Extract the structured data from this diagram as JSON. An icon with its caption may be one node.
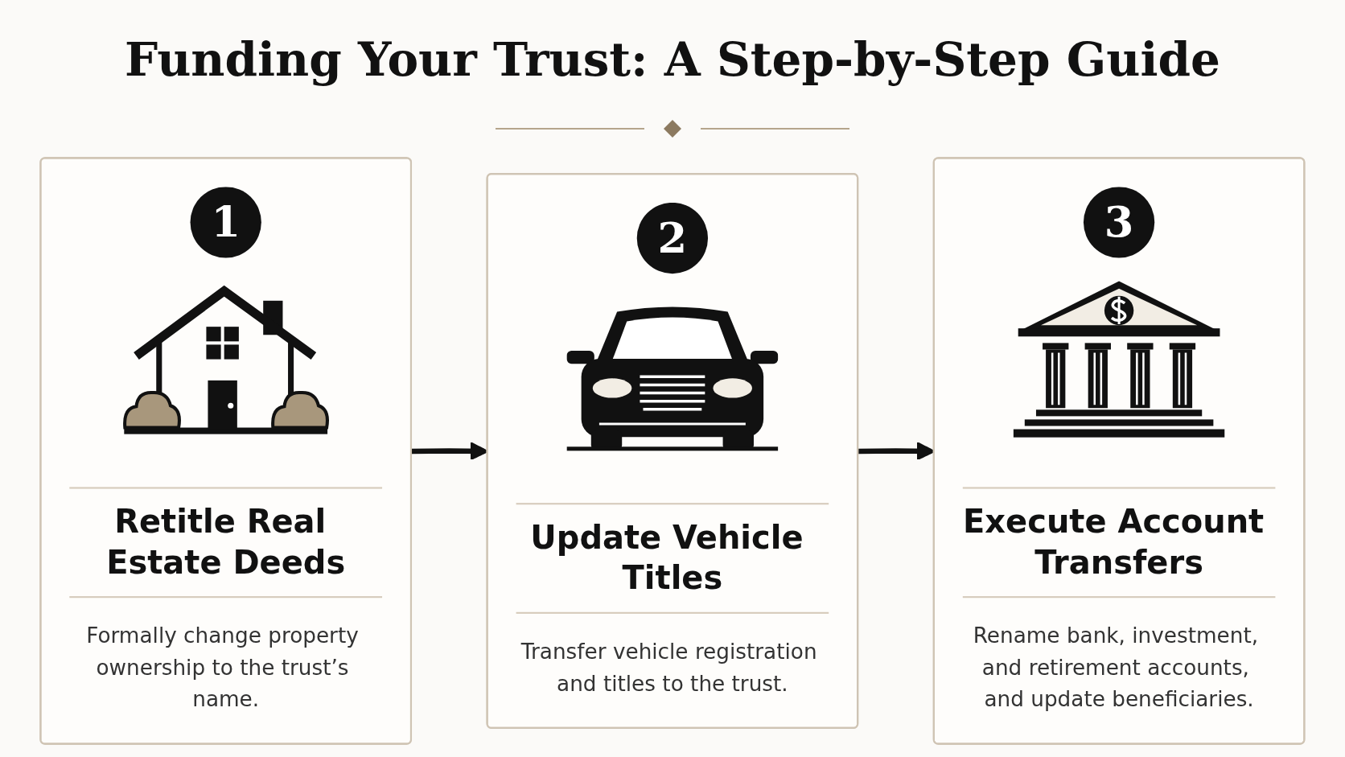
{
  "diagram": {
    "title": "Funding Your Trust: A Step-by-Step Guide",
    "nodes": [
      {
        "text": [
          "1",
          "Retitle Real Estate Deeds",
          "Formally change property ownership to the trust’s name."
        ]
      },
      {
        "text": [
          "2",
          "Update Vehicle Titles",
          "Transfer vehicle registration and titles to the trust."
        ]
      },
      {
        "text": [
          "3",
          "Execute Account Transfers",
          "Rename bank, investment, and retirement accounts, and update beneficiaries."
        ]
      }
    ],
    "edges": [
      {
        "from": 0,
        "to": 1,
        "arrow": "to"
      },
      {
        "from": 1,
        "to": 2,
        "arrow": "to"
      }
    ]
  }
}
